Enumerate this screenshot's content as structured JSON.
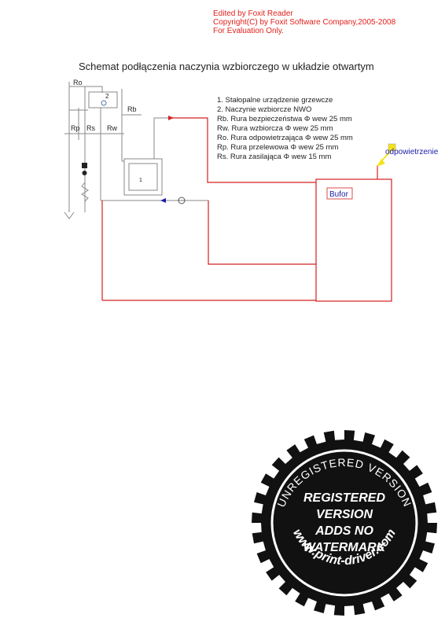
{
  "watermark": {
    "lines": [
      "Edited by Foxit Reader",
      "Copyright(C) by Foxit Software Company,2005-2008",
      "For Evaluation Only."
    ],
    "color": "#e0201c"
  },
  "title": "Schemat podłączenia naczynia wzbiorczego w układzie otwartym",
  "legend": [
    "1. Stałopalne urządzenie grzewcze",
    "2. Naczynie wzbiorcze NWO",
    "Rb. Rura bezpieczeństwa Φ wew 25 mm",
    "Rw. Rura wzbiorcza Φ wew 25 mm",
    "Ro. Rura odpowietrzająca Φ wew 25 mm",
    "Rp. Rura przelewowa Φ wew 25 mm",
    "Rs. Rura zasilająca Φ wew 15 mm"
  ],
  "labels": {
    "ro": "Ro",
    "rb": "Rb",
    "rp": "Rp",
    "rs": "Rs",
    "rw": "Rw",
    "tank": "2",
    "boiler": "1",
    "bufor": "Bufor",
    "odpowietrzenie": "odpowietrzenie"
  },
  "colors": {
    "pipe_red": "#d42020",
    "pipe_gray": "#888888",
    "annotation_blue": "#1a1aa8",
    "note_yellow": "#f5e31a"
  },
  "stamp": {
    "arc_text": "UNREGISTERED VERSION",
    "center": [
      "REGISTERED",
      "VERSION",
      "ADDS NO",
      "WATERMARK"
    ],
    "bottom_text": "www.print-driver.com"
  }
}
